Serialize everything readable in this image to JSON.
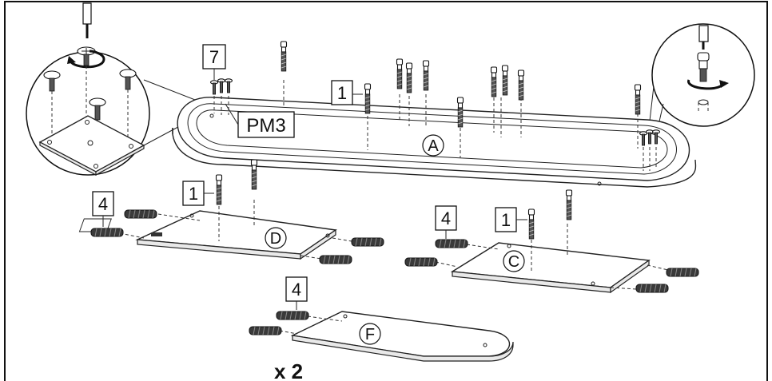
{
  "callouts": {
    "qty_7": "7",
    "code_pm3": "PM3",
    "qty_1_top": "1",
    "qty_1_panel_d": "1",
    "qty_1_panel_c": "1",
    "qty_4_panel_d": "4",
    "qty_4_panel_c": "4",
    "qty_4_panel_f": "4"
  },
  "part_labels": {
    "top_board": "A",
    "panel_d": "D",
    "panel_c": "C",
    "panel_f": "F"
  },
  "multiplier": "x 2",
  "icons": {
    "screwdriver_left": "screwdriver-icon",
    "screwdriver_right": "screwdriver-icon",
    "rotate_arrow": "rotation-arrow-icon",
    "dowel": "wooden-dowel-icon",
    "cam_bolt": "cam-bolt-icon",
    "screw": "screw-icon"
  },
  "colors": {
    "line": "#222222",
    "dowel_fill": "#3a3a3a",
    "background": "#ffffff"
  }
}
